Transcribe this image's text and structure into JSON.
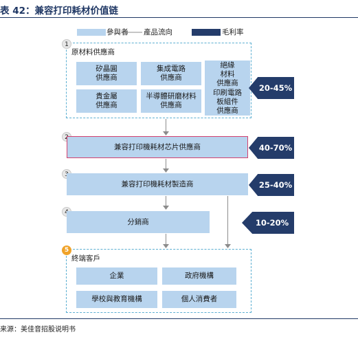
{
  "header": {
    "title": "表 42：兼容打印耗材价值链"
  },
  "legend": {
    "participant": "參與者",
    "flow": "產品流向",
    "margin": "毛利率"
  },
  "steps": [
    {
      "number": "1",
      "label": "原材料供應商",
      "items": [
        "矽晶圓\n供應商",
        "集成電路\n供應商",
        "絕緣\n材料\n供應商",
        "貴金屬\n供應商",
        "半導體研磨材料\n供應商",
        "印刷電路\n板組件\n供應商"
      ],
      "margin": "20-45%"
    },
    {
      "number": "2",
      "label": "兼容打印機耗材芯片供應商",
      "margin": "40-70%"
    },
    {
      "number": "3",
      "label": "兼容打印機耗材製造商",
      "margin": "25-40%"
    },
    {
      "number": "4",
      "label": "分銷商",
      "margin": "10-20%"
    },
    {
      "number": "5",
      "label": "終端客戶",
      "items": [
        "企業",
        "政府機構",
        "學校與教育機構",
        "個人消費者"
      ]
    }
  ],
  "source": "来源：美佳音招股说明书",
  "colors": {
    "box_fill": "#b8d4ee",
    "dashed_border": "#5aaed1",
    "badge_fill": "#243c6a",
    "highlight_border": "#d2416f",
    "step5_marker": "#f0a32a"
  }
}
